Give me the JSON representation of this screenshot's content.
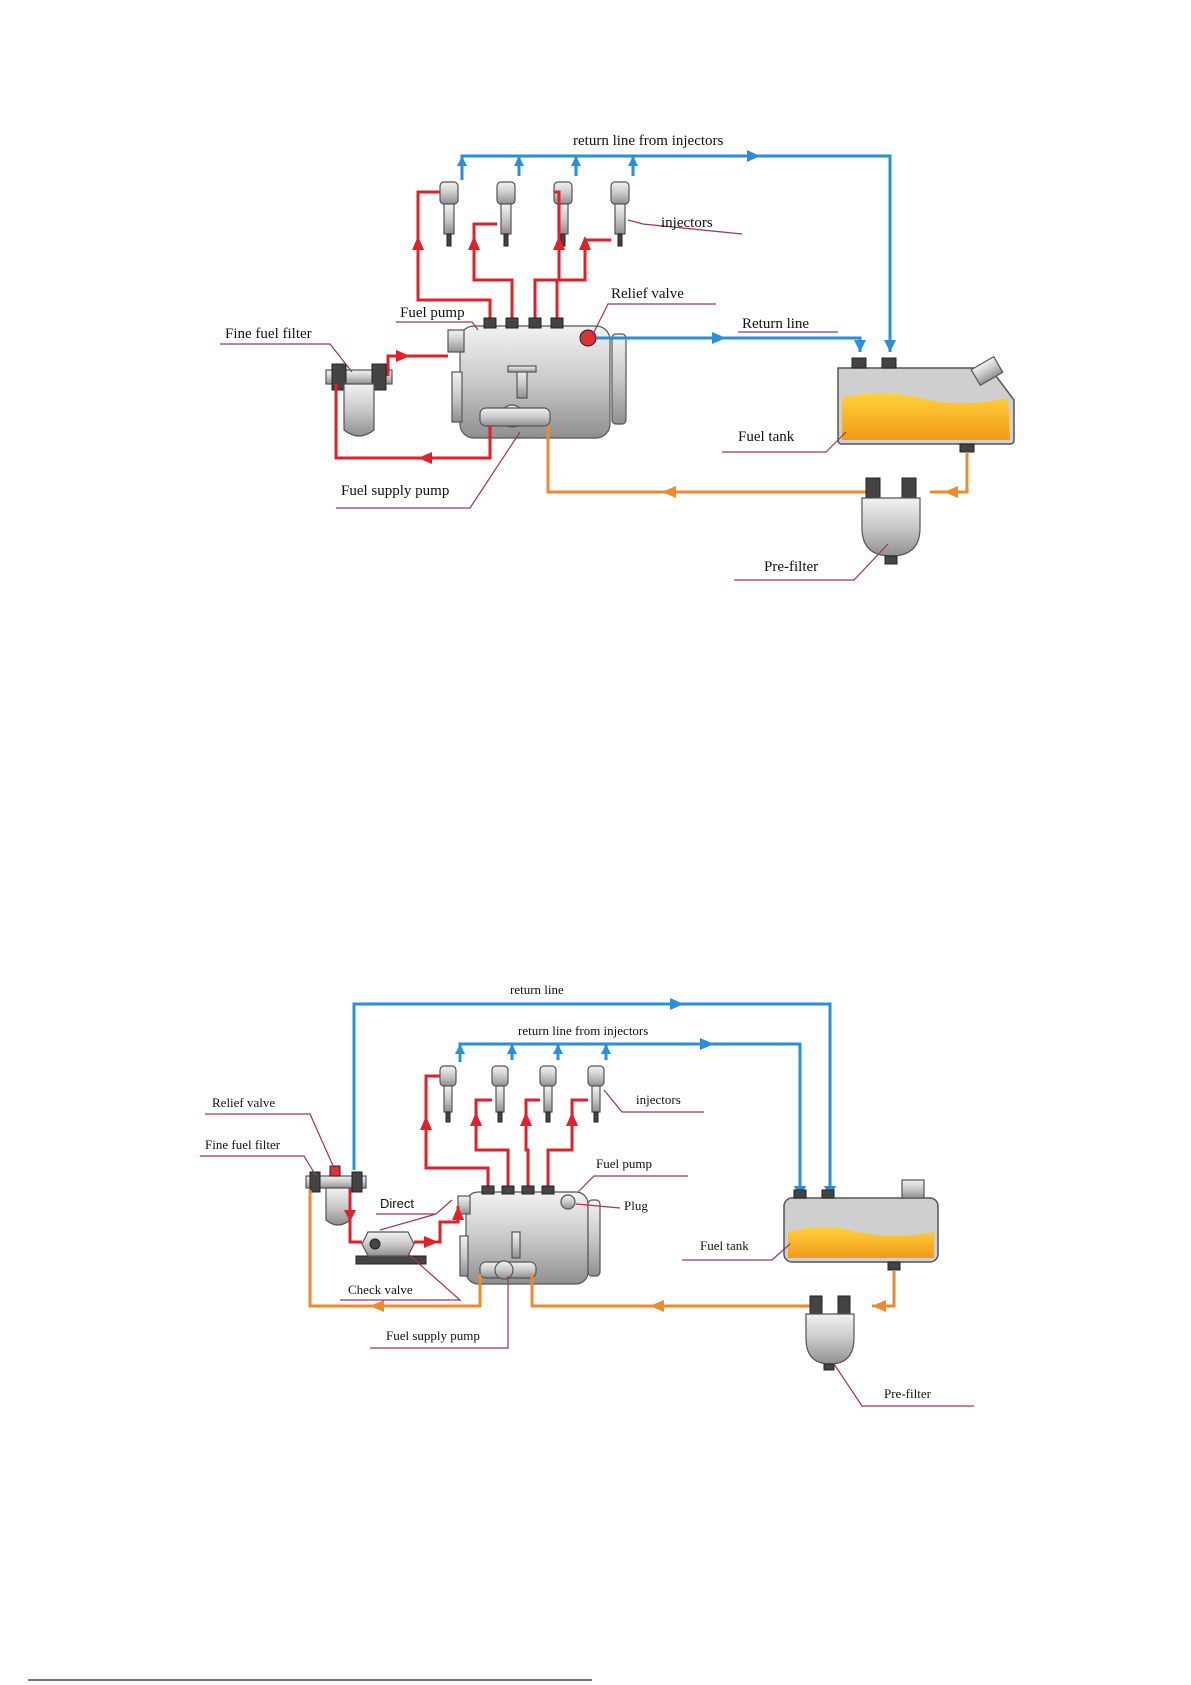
{
  "diagram1": {
    "labels": {
      "return_from_injectors": "return line from injectors",
      "injectors": "injectors",
      "relief_valve": "Relief valve",
      "fuel_pump": "Fuel pump",
      "return_line": "Return line",
      "fine_fuel_filter": "Fine fuel filter",
      "fuel_tank": "Fuel tank",
      "fuel_supply_pump": "Fuel supply pump",
      "pre_filter": "Pre-filter"
    }
  },
  "diagram2": {
    "labels": {
      "return_line": "return line",
      "return_from_injectors": "return line from injectors",
      "injectors": "injectors",
      "relief_valve": "Relief valve",
      "fine_fuel_filter": "Fine fuel filter",
      "fuel_pump": "Fuel pump",
      "direct": "Direct",
      "plug": "Plug",
      "fuel_tank": "Fuel tank",
      "check_valve": "Check valve",
      "fuel_supply_pump": "Fuel supply pump",
      "pre_filter": "Pre-filter"
    }
  },
  "colors": {
    "high_pressure": "#e0202a",
    "return": "#2a8fd8",
    "supply": "#ee8a2e",
    "fuel": "#f5b324",
    "leader": "#a0306a"
  }
}
